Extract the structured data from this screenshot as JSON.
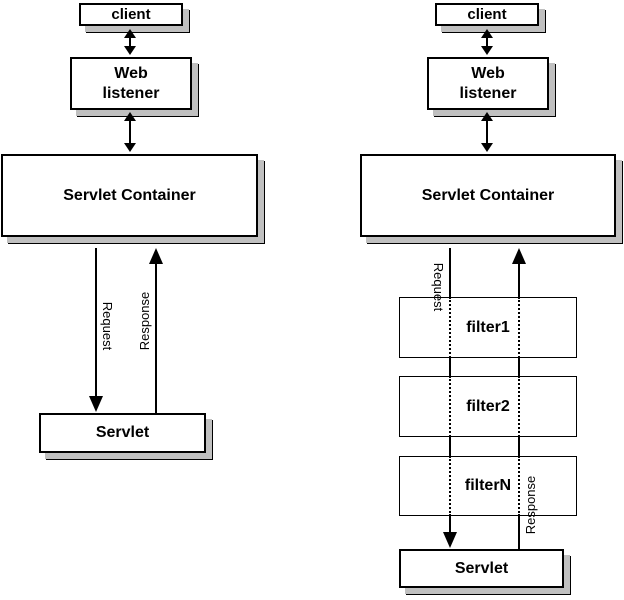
{
  "colors": {
    "background": "#ffffff",
    "box_fill": "#ffffff",
    "box_border": "#000000",
    "shadow_gray": "#c0c0c0",
    "line_black": "#000000"
  },
  "left_diagram": {
    "client_label": "client",
    "web_listener_label": "Web\nlistener",
    "container_label": "Servlet Container",
    "request_label": "Request",
    "response_label": "Response",
    "servlet_label": "Servlet"
  },
  "right_diagram": {
    "client_label": "client",
    "web_listener_label": "Web\nlistener",
    "container_label": "Servlet Container",
    "request_label": "Request",
    "response_label": "Response",
    "filters": [
      "filter1",
      "filter2",
      "filterN"
    ],
    "servlet_label": "Servlet"
  }
}
